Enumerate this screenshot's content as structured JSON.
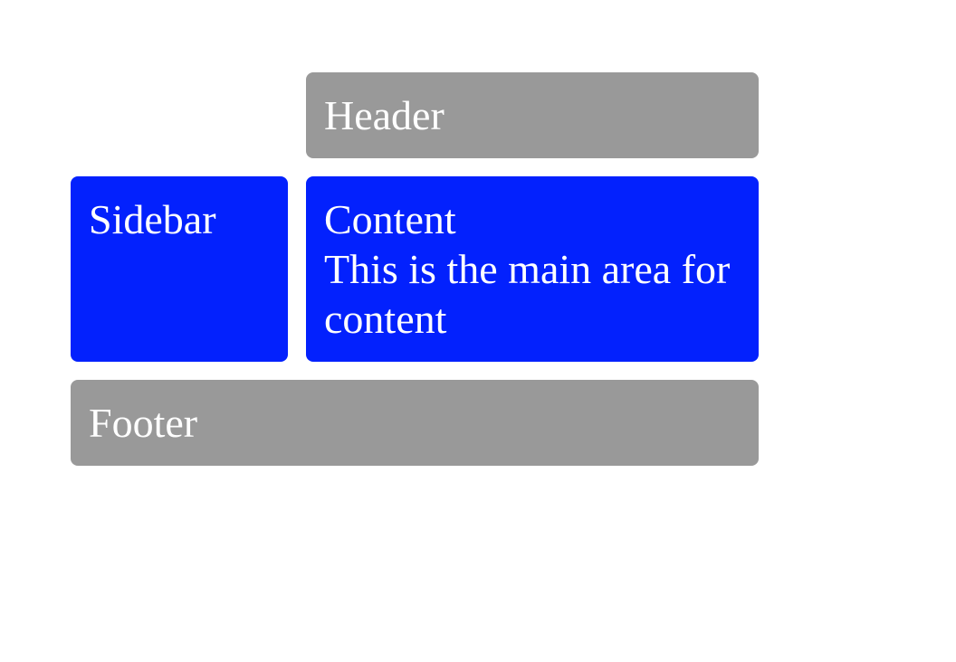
{
  "colors": {
    "gray_box": "#999999",
    "blue_box": "#0321fd",
    "text": "#ffffff",
    "background": "#ffffff"
  },
  "header": {
    "label": "Header"
  },
  "sidebar": {
    "label": "Sidebar"
  },
  "content": {
    "label": "Content",
    "body": "This is the main area for content"
  },
  "footer": {
    "label": "Footer"
  }
}
